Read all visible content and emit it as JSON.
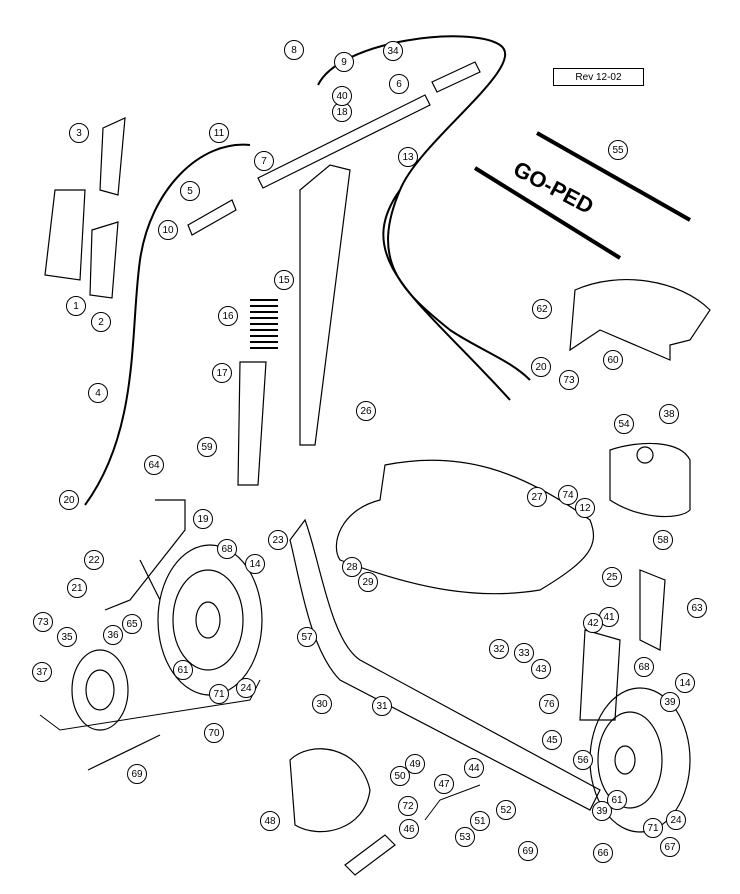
{
  "title": "Exploded parts diagram",
  "revision": "Rev 12-02",
  "decal_text": "GO-PED",
  "callouts": {
    "c1": "1",
    "c2": "2",
    "c3": "3",
    "c4": "4",
    "c5": "5",
    "c6": "6",
    "c7": "7",
    "c8": "8",
    "c9": "9",
    "c10": "10",
    "c11": "11",
    "c12": "12",
    "c13": "13",
    "c14a": "14",
    "c14b": "14",
    "c15": "15",
    "c16": "16",
    "c17": "17",
    "c18": "18",
    "c19": "19",
    "c20a": "20",
    "c20b": "20",
    "c21": "21",
    "c22": "22",
    "c23": "23",
    "c24a": "24",
    "c24b": "24",
    "c25": "25",
    "c26": "26",
    "c27": "27",
    "c28": "28",
    "c29": "29",
    "c30": "30",
    "c31": "31",
    "c32": "32",
    "c33": "33",
    "c34": "34",
    "c35": "35",
    "c36": "36",
    "c37": "37",
    "c38": "38",
    "c39a": "39",
    "c39b": "39",
    "c40": "40",
    "c41": "41",
    "c42": "42",
    "c43": "43",
    "c44": "44",
    "c45": "45",
    "c46": "46",
    "c47": "47",
    "c48": "48",
    "c49": "49",
    "c50": "50",
    "c51": "51",
    "c52": "52",
    "c53": "53",
    "c54": "54",
    "c55": "55",
    "c56": "56",
    "c57": "57",
    "c58": "58",
    "c59": "59",
    "c60": "60",
    "c61a": "61",
    "c61b": "61",
    "c62": "62",
    "c63": "63",
    "c64": "64",
    "c65": "65",
    "c66": "66",
    "c67": "67",
    "c68a": "68",
    "c68b": "68",
    "c69a": "69",
    "c69b": "69",
    "c70": "70",
    "c71a": "71",
    "c71b": "71",
    "c72": "72",
    "c73a": "73",
    "c73b": "73",
    "c74": "74",
    "c76": "76"
  }
}
